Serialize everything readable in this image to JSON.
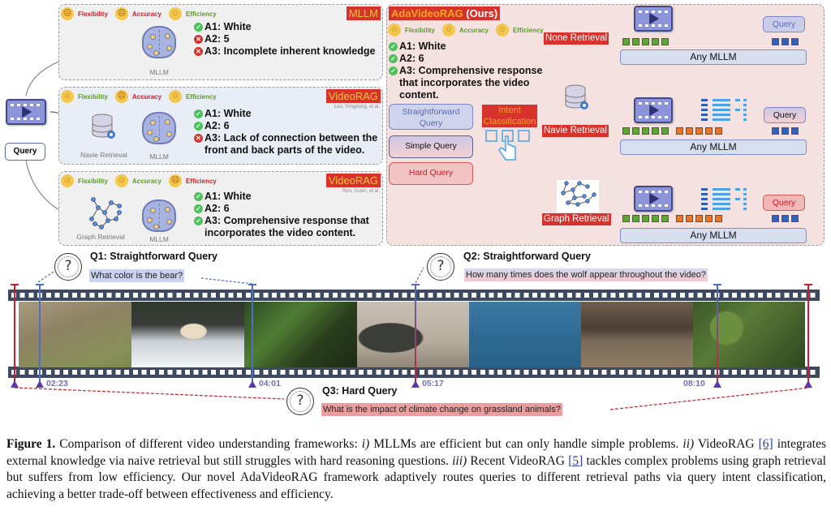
{
  "colors": {
    "tag_bg": "#d8322c",
    "tag_fg": "#f5c542",
    "good": "#5c9a2c",
    "bad": "#c8202a",
    "token_video": "#5fa33a",
    "token_retrieval": "#e27830",
    "token_query": "#3560b8",
    "film": "#3e4a62"
  },
  "inputs": {
    "query_label": "Query"
  },
  "panels": [
    {
      "id": "mllm",
      "tag": "MLLM",
      "citation": "",
      "ratings": [
        {
          "label": "Flexibility",
          "face": "sad"
        },
        {
          "label": "Accuracy",
          "face": "sad"
        },
        {
          "label": "Efficiency",
          "face": "happy"
        }
      ],
      "icons": [
        {
          "label": "MLLM"
        }
      ],
      "answers": [
        {
          "status": "correct",
          "text": "A1: White"
        },
        {
          "status": "wrong",
          "text": "A2: 5"
        },
        {
          "status": "wrong",
          "text": "A3: Incomplete inherent knowledge"
        }
      ]
    },
    {
      "id": "videorag-naive",
      "tag": "VideoRAG",
      "citation": "Luo, Yongdong, et al.",
      "ratings": [
        {
          "label": "Flexibility",
          "face": "happy"
        },
        {
          "label": "Accuracy",
          "face": "sad"
        },
        {
          "label": "Efficiency",
          "face": "happy"
        }
      ],
      "icons": [
        {
          "label": "Navie Retrieval"
        },
        {
          "label": "MLLM"
        }
      ],
      "answers": [
        {
          "status": "correct",
          "text": "A1: White"
        },
        {
          "status": "correct",
          "text": "A2: 6"
        },
        {
          "status": "wrong",
          "text": "A3: Lack of connection between the front and back parts of the video."
        }
      ]
    },
    {
      "id": "videorag-graph",
      "tag": "VideoRAG",
      "citation": "Ren, Xubin, et al.",
      "ratings": [
        {
          "label": "Flexibility",
          "face": "happy"
        },
        {
          "label": "Accuracy",
          "face": "happy"
        },
        {
          "label": "Efficiency",
          "face": "sad"
        }
      ],
      "icons": [
        {
          "label": "Graph Retrieval"
        },
        {
          "label": "MLLM"
        }
      ],
      "answers": [
        {
          "status": "correct",
          "text": "A1: White"
        },
        {
          "status": "correct",
          "text": "A2: 6"
        },
        {
          "status": "correct",
          "text": "A3: Comprehensive response that incorporates the video content."
        }
      ]
    }
  ],
  "ours": {
    "tag_main": "AdaVideoRAG",
    "tag_suffix": "(Ours)",
    "ratings": [
      {
        "label": "Flexibility",
        "face": "happy"
      },
      {
        "label": "Accuracy",
        "face": "happy"
      },
      {
        "label": "Efficiency",
        "face": "happy"
      }
    ],
    "answers": [
      {
        "status": "correct",
        "text": "A1: White"
      },
      {
        "status": "correct",
        "text": "A2: 6"
      },
      {
        "status": "correct",
        "text": "A3: Comprehensive response that incorporates the video content."
      }
    ],
    "query_types": [
      "Straightforward Query",
      "Simple Query",
      "Hard Query"
    ],
    "intent_label": "Intent Classification",
    "routes": [
      {
        "retrieval": "None Retrieval",
        "query_chip": "Query",
        "model": "Any MLLM",
        "tokens": {
          "video": 5,
          "retrieval": 0,
          "query": 3
        }
      },
      {
        "retrieval": "Navie Retrieval",
        "query_chip": "Query",
        "model": "Any MLLM",
        "tokens": {
          "video": 5,
          "retrieval": 5,
          "query": 3
        }
      },
      {
        "retrieval": "Graph Retrieval",
        "query_chip": "Query",
        "model": "Any MLLM",
        "tokens": {
          "video": 5,
          "retrieval": 5,
          "query": 3
        }
      }
    ]
  },
  "questions": [
    {
      "title": "Q1: Straightforward Query",
      "text": "What color is the bear?"
    },
    {
      "title": "Q2: Straightforward Query",
      "text": "How many times does the wolf appear throughout the video?"
    },
    {
      "title": "Q3: Hard Query",
      "text": "What is the impact of climate change on grassland animals?"
    }
  ],
  "timeline": {
    "frames": [
      "kangaroos on grassland",
      "white bear in stream",
      "green forest foliage",
      "iguana on pebbles",
      "bird over ocean",
      "musk oxen and wolf on tundra",
      "green leaves close-up"
    ],
    "timestamps": [
      "02:23",
      "04:01",
      "05:17",
      "08:10"
    ]
  },
  "caption": {
    "label": "Figure 1.",
    "s1": " Comparison of different video understanding frameworks: ",
    "i1": "i)",
    "s2": " MLLMs are efficient but can only handle simple problems. ",
    "i2": "ii)",
    "s3": " VideoRAG ",
    "ref1": "[6]",
    "s4": " integrates external knowledge via naive retrieval but still struggles with hard reasoning questions. ",
    "i3": "iii)",
    "s5": " Recent VideoRAG ",
    "ref2": "[5]",
    "s6": " tackles complex problems using graph retrieval but suffers from low efficiency. Our novel AdaVideoRAG framework adaptively routes queries to different retrieval paths via query intent classification, achieving a better trade-off between effectiveness and efficiency."
  }
}
